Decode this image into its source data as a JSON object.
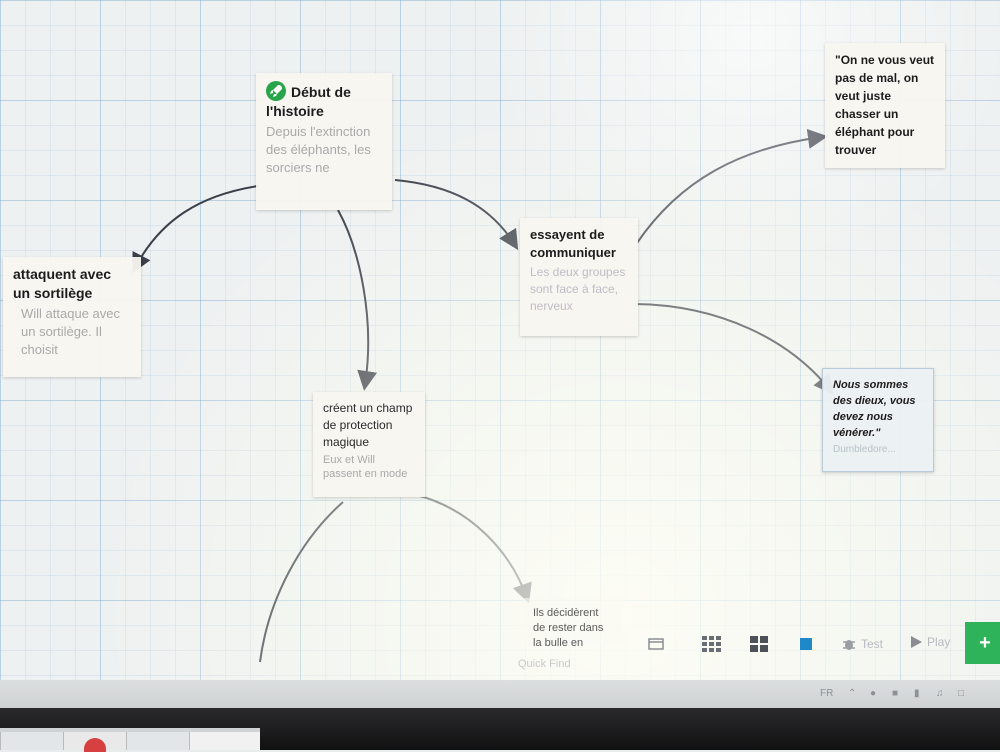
{
  "passages": [
    {
      "id": "debut",
      "title": "Début de l'histoire",
      "excerpt": "Depuis l'extinction des éléphants, les sorciers ne",
      "start": true
    },
    {
      "id": "attaquent",
      "title": "attaquent avec un sortilège",
      "excerpt": "Will attaque avec un sortilège. Il choisit"
    },
    {
      "id": "creent",
      "title": "créent un champ de protection magique",
      "excerpt": "Eux et Will passent en mode"
    },
    {
      "id": "essayent",
      "title": "essayent de communiquer",
      "excerpt": "Les deux groupes sont face à face, nerveux"
    },
    {
      "id": "onne",
      "title": "\"On ne vous veut pas de mal, on veut juste chasser un éléphant pour trouver",
      "excerpt": ""
    },
    {
      "id": "nous",
      "title": "Nous sommes des dieux, vous devez nous vénérer.\"",
      "excerpt": "Dumbledore..."
    },
    {
      "id": "ils",
      "title": "Ils décidèrent de rester dans la bulle en",
      "excerpt": "Quick Find"
    }
  ],
  "toolbar": {
    "test_label": "Test",
    "play_label": "Play",
    "add_label": "+",
    "icons": [
      "story-details-icon",
      "show-titles-icon",
      "show-excerpts-icon",
      "show-snippets-icon",
      "test-bug-icon",
      "play-icon"
    ]
  },
  "system_tray": {
    "language": "FR"
  },
  "colors": {
    "start_badge": "#2aa44a",
    "add_button": "#2eb35a",
    "link_arrow": "#3b3f4a",
    "grid": "#78aad2"
  }
}
